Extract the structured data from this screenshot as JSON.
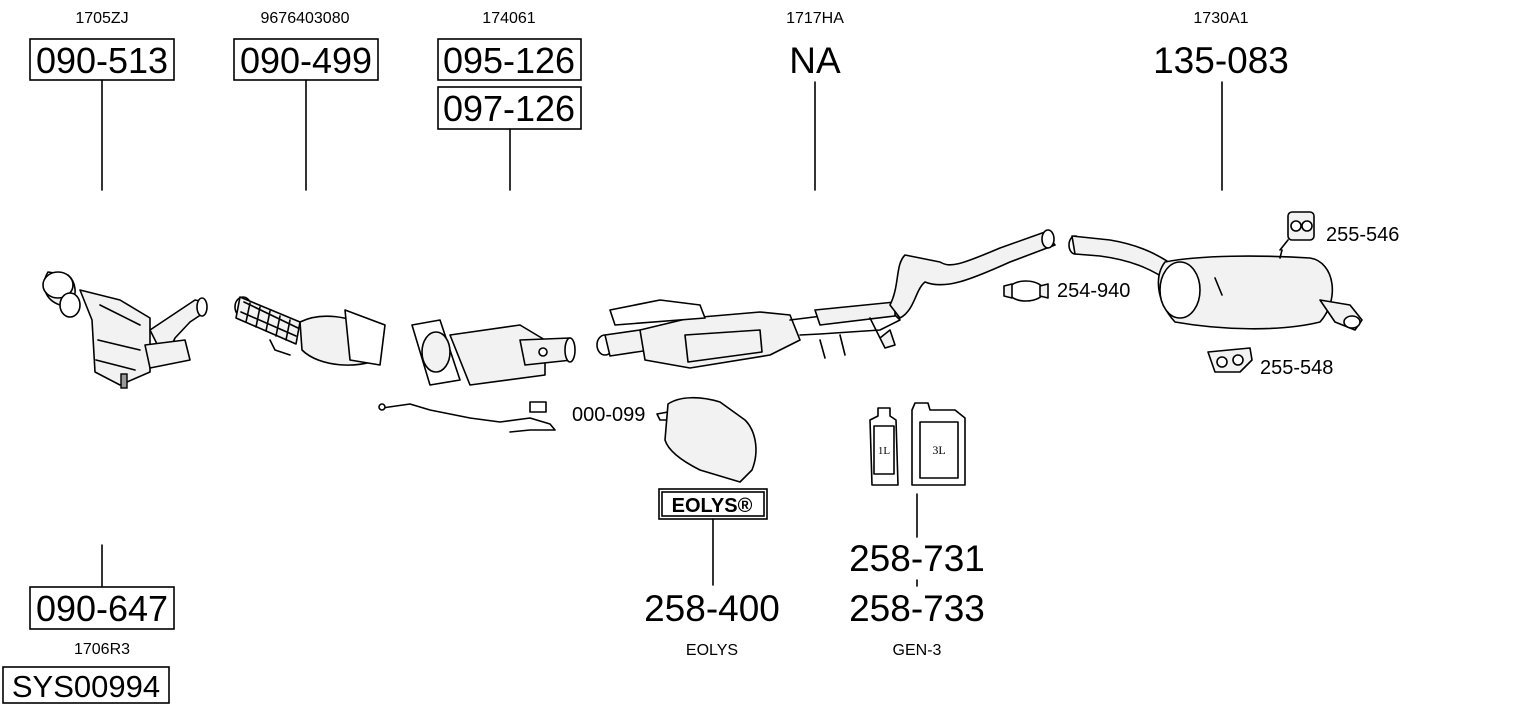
{
  "oem_codes": {
    "c1": "1705ZJ",
    "c2": "9676403080",
    "c3": "174061",
    "c4": "1717HA",
    "c5": "1730A1",
    "c6": "1706R3"
  },
  "part_numbers": {
    "p1": "090-513",
    "p2": "090-499",
    "p3a": "095-126",
    "p3b": "097-126",
    "p4": "NA",
    "p5": "135-083",
    "p6": "090-647",
    "eolys_a": "258-400",
    "gen_a": "258-731",
    "gen_b": "258-733"
  },
  "small_parts": {
    "s1": "255-546",
    "s2": "254-940",
    "s3": "255-548",
    "s4": "000-099"
  },
  "captions": {
    "eolys_logo": "EOLYS®",
    "eolys": "EOLYS",
    "gen": "GEN-3",
    "bottle_small": "1L",
    "bottle_large": "3L"
  },
  "system_id": "SYS00994"
}
